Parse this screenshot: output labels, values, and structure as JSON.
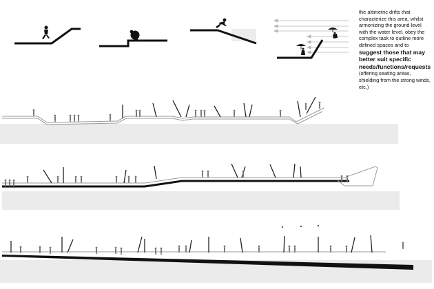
{
  "caption": {
    "part1": "the altimetric drifts that characterize this area, whilst armonizing the ground level with the water level, obey the complex task to outline more defined spaces and to ",
    "emphasis": "suggest those that may better suit specific needs/functions/requests",
    "part2": " (offering seating areas, shielding from the strong winds, etc.)"
  },
  "colors": {
    "ground_band": "#ebebeb",
    "line": "#111111",
    "thin_line": "#9a9a9a",
    "wind_lines": "#b5b5b5"
  },
  "sketches": [
    {
      "name": "ramp-figure",
      "icon": "walking-person-icon"
    },
    {
      "name": "step-figure",
      "icon": "crouching-person-icon"
    },
    {
      "name": "slope-figure",
      "icon": "running-person-icon"
    },
    {
      "name": "wind-shelter-figure",
      "icon": "umbrella-person-icon"
    }
  ],
  "sections": [
    {
      "name": "section-1"
    },
    {
      "name": "section-2"
    },
    {
      "name": "section-3"
    }
  ]
}
